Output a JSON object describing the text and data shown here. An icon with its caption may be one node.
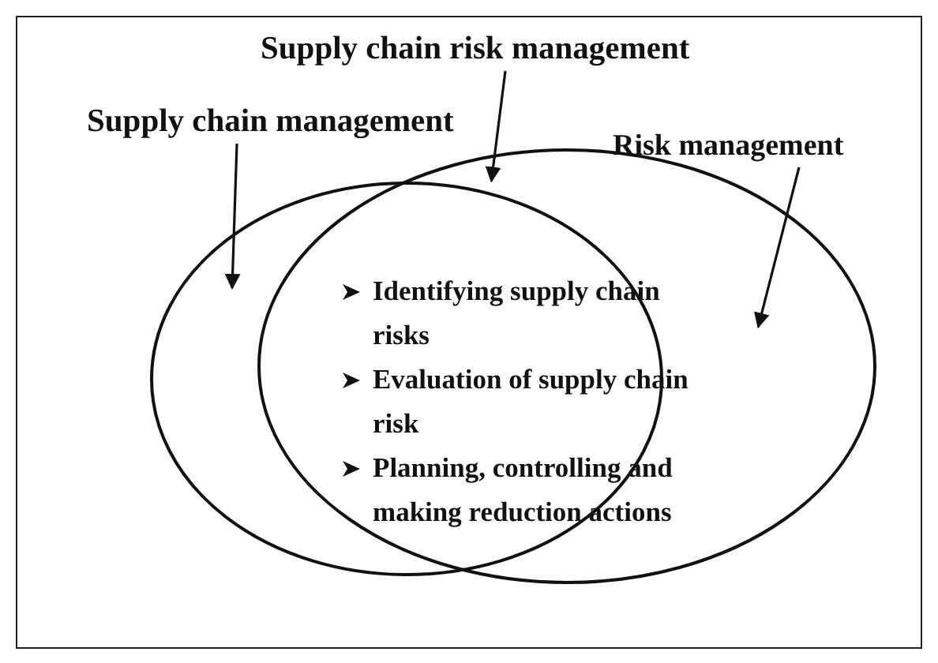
{
  "diagram": {
    "nodes": [
      {
        "text": [
          "Supply chain management"
        ]
      },
      {
        "text": [
          "Supply chain risk management"
        ]
      },
      {
        "text": [
          "Risk management"
        ]
      },
      {
        "text": [],
        "shape": "ellipse"
      },
      {
        "text": [],
        "shape": "ellipse"
      }
    ],
    "edges": [
      {
        "from": 0,
        "to": 3,
        "arrow": "to"
      },
      {
        "from": 1,
        "to": 4,
        "arrow": "to"
      },
      {
        "from": 2,
        "to": 4,
        "arrow": "to"
      }
    ],
    "labels": [
      "Identifying supply chain risks",
      "Evaluation of supply chain risk",
      "Planning, controlling and making reduction actions"
    ]
  }
}
